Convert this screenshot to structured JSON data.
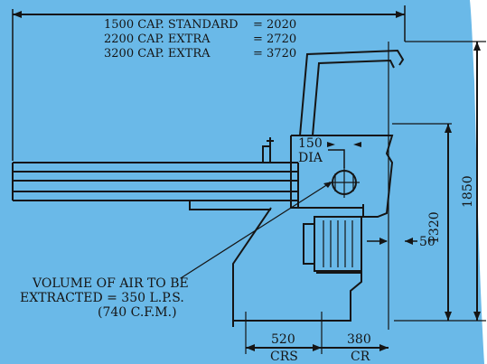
{
  "capacity_table": [
    {
      "label": "1500 CAP. STANDARD",
      "value": "= 2020"
    },
    {
      "label": "2200 CAP. EXTRA",
      "value": "= 2720"
    },
    {
      "label": "3200 CAP. EXTRA",
      "value": "= 3720"
    }
  ],
  "dims": {
    "outlet_top": "150",
    "outlet_bottom": "DIA",
    "height_inner": "1320",
    "height_overall": "1850",
    "offset": "50",
    "crs_value": "520",
    "crs_label": "CRS",
    "cr_value": "380",
    "cr_label": "CR"
  },
  "note": {
    "line1": "VOLUME OF AIR TO BE",
    "line2": "EXTRACTED = 350 L.P.S.",
    "line3": "(740 C.F.M.)"
  },
  "colors": {
    "background": "#6ab9e8",
    "ink": "#151515",
    "paper": "#ffffff"
  }
}
